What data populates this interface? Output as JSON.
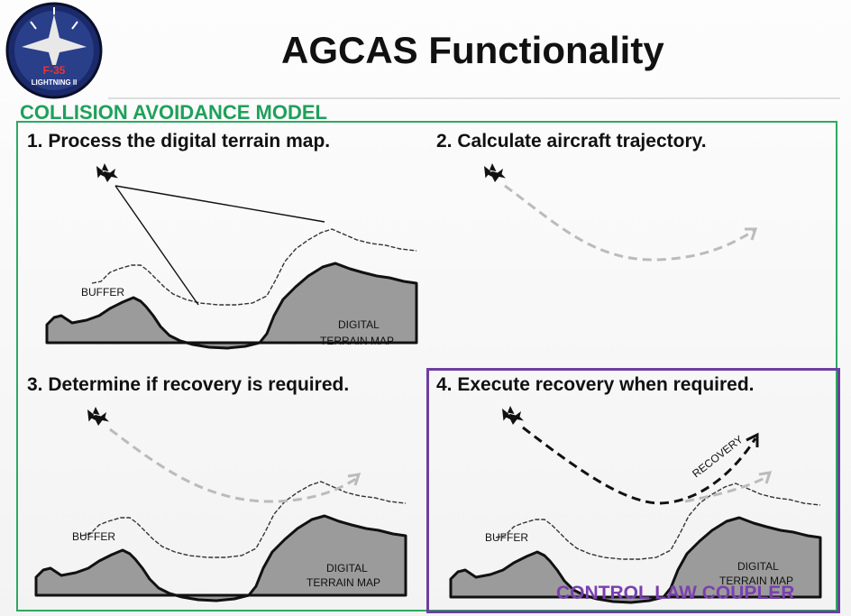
{
  "slide": {
    "title": "AGCAS Functionality",
    "logo_text": {
      "line1": "F-35",
      "line2": "LIGHTNING II"
    },
    "section_label": "COLLISION AVOIDANCE MODEL",
    "control_label": "CONTROL LAW COUPLER"
  },
  "steps": [
    {
      "label": "1. Process the digital terrain map."
    },
    {
      "label": "2. Calculate aircraft trajectory."
    },
    {
      "label": "3. Determine if recovery is required."
    },
    {
      "label": "4. Execute recovery when required."
    }
  ],
  "annotations": {
    "buffer": "BUFFER",
    "terrain_line1": "DIGITAL",
    "terrain_line2": "TERRAIN MAP",
    "recovery": "RECOVERY"
  },
  "colors": {
    "section": "#1fa05a",
    "control": "#7a3fb0",
    "terrain": "#9b9b9b",
    "trajectory": "#bbbbbb",
    "recovery": "#111111"
  }
}
